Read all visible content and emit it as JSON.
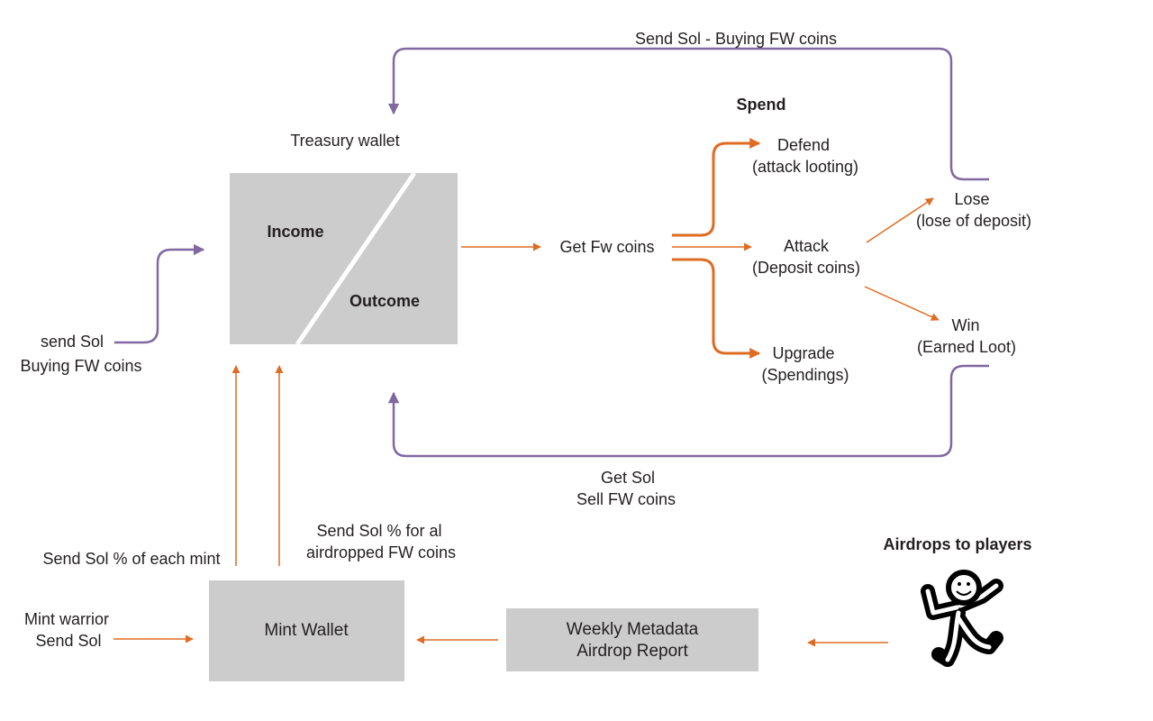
{
  "colors": {
    "purple": "#8068a0",
    "orange": "#e06b22",
    "box_fill": "#cccccc",
    "text": "#231f20"
  },
  "labels": {
    "top_loop": "Send Sol - Buying FW coins",
    "spend": "Spend",
    "treasury": "Treasury wallet",
    "income": "Income",
    "outcome": "Outcome",
    "get_fw": "Get Fw coins",
    "defend_title": "Defend",
    "defend_sub": "(attack looting)",
    "attack_title": "Attack",
    "attack_sub": "(Deposit coins)",
    "upgrade_title": "Upgrade",
    "upgrade_sub": "(Spendings)",
    "lose_title": "Lose",
    "lose_sub": "(lose of deposit)",
    "win_title": "Win",
    "win_sub": "(Earned Loot)",
    "send_sol": "send Sol",
    "buying_fw": "Buying FW coins",
    "get_sol": "Get Sol",
    "sell_fw": "Sell FW coins",
    "send_pct_mint": "Send Sol %  of each mint",
    "send_pct_air_1": "Send Sol % for al",
    "send_pct_air_2": "airdropped FW coins",
    "mint_warrior": "Mint warrior",
    "mint_send_sol": "Send Sol",
    "mint_wallet": "Mint Wallet",
    "weekly_1": "Weekly Metadata",
    "weekly_2": "Airdrop Report",
    "airdrops": "Airdrops to players"
  },
  "icons": {
    "mascot": "dancing-stick-figure-icon"
  }
}
